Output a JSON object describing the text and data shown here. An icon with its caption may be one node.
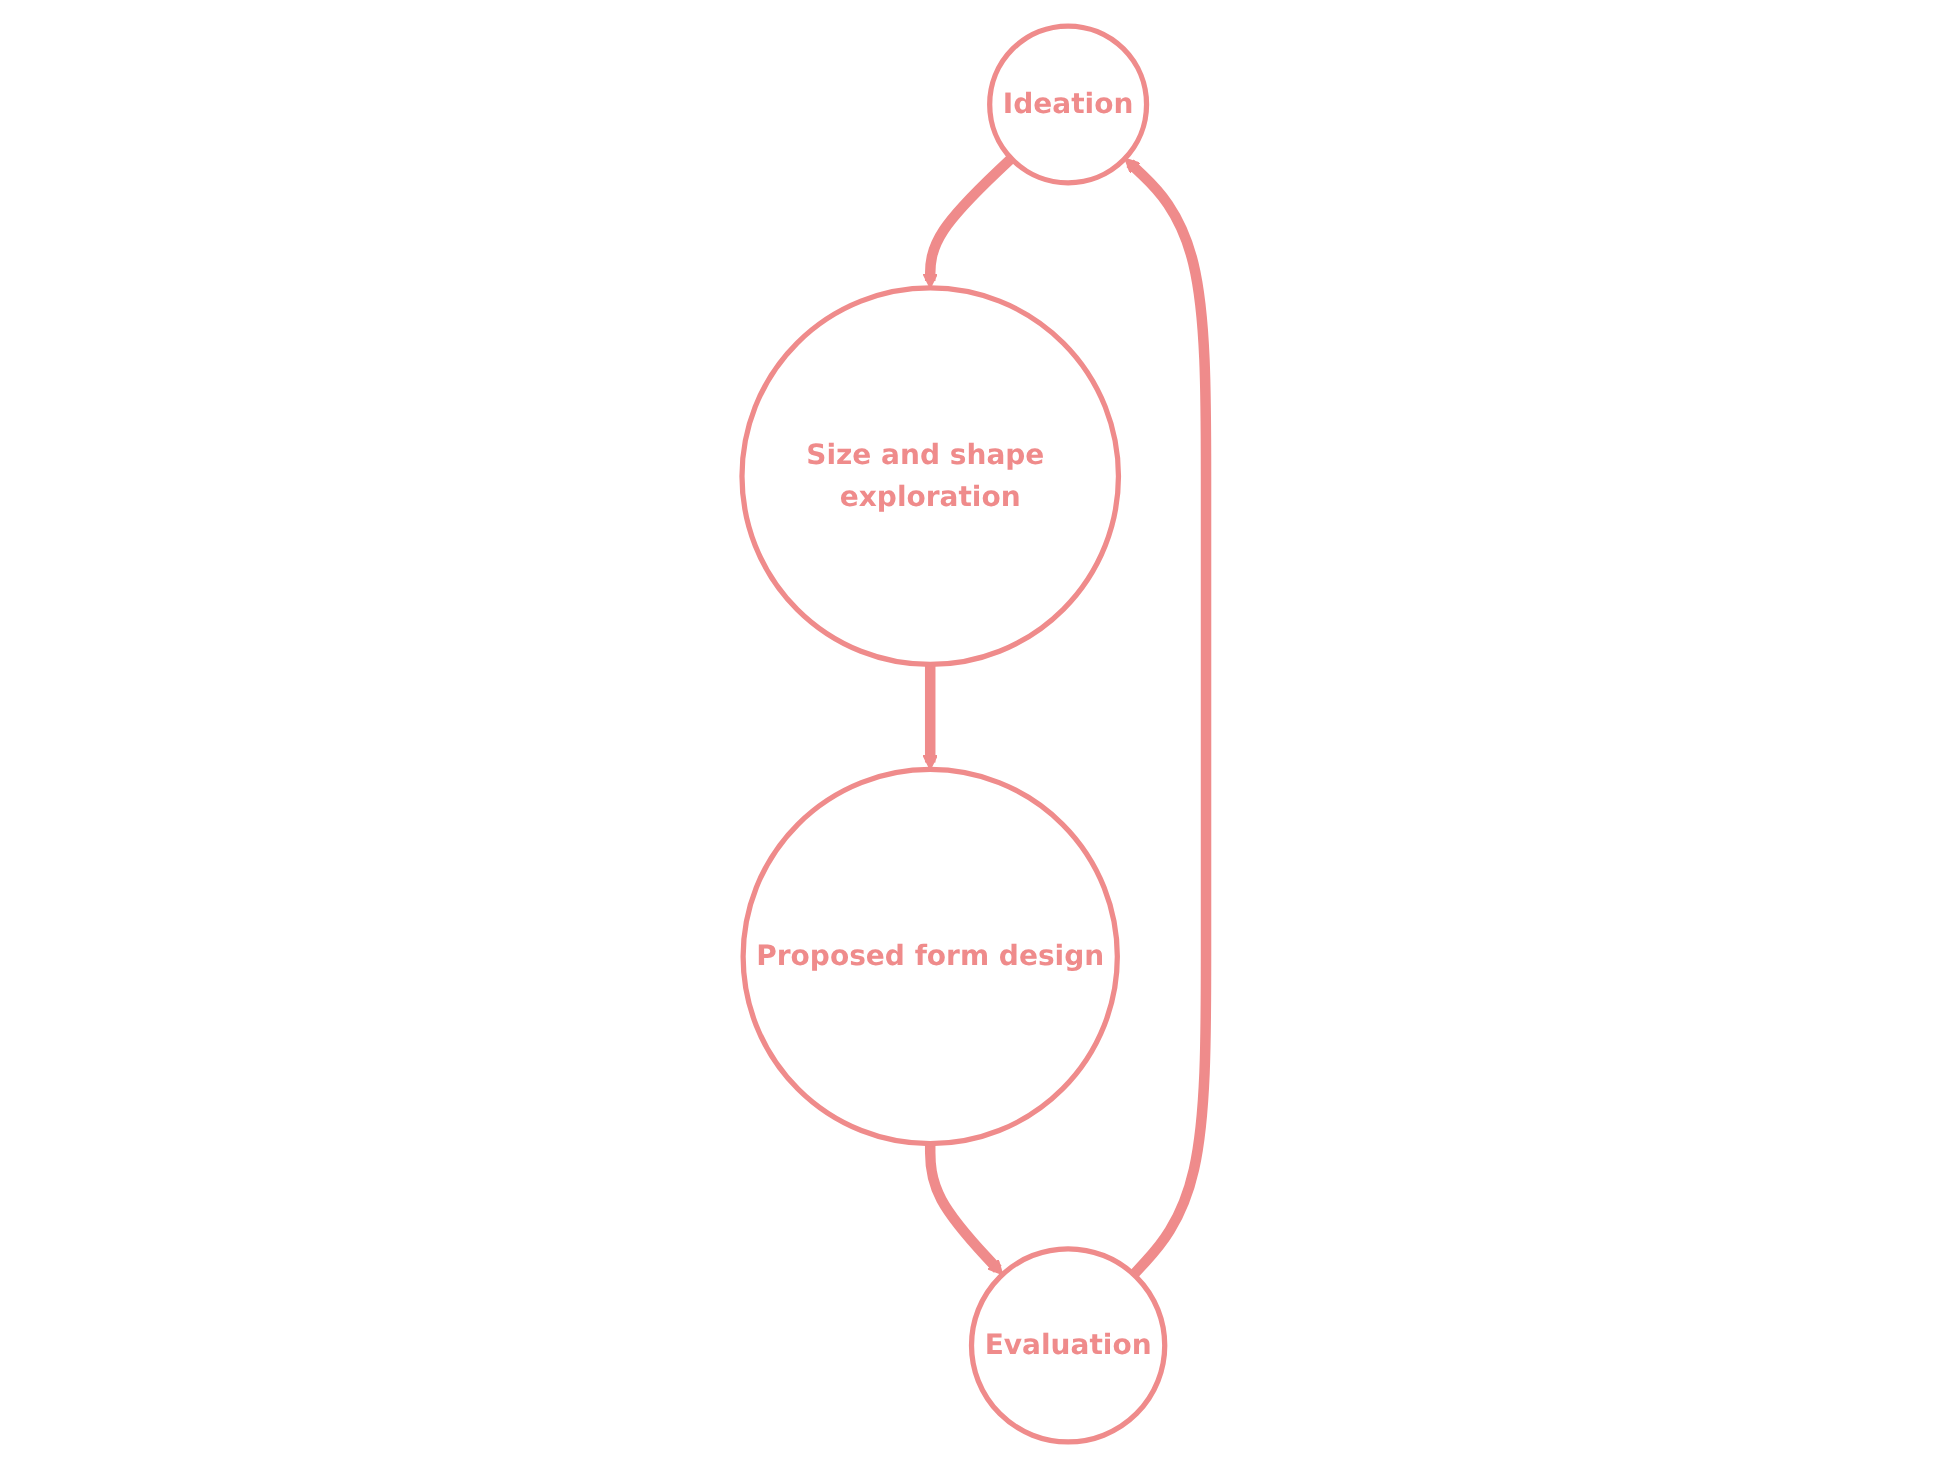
{
  "diagram": {
    "nodes": [
      {
        "text": [
          "Ideation"
        ]
      },
      {
        "text": [
          "Size and shape exploration"
        ]
      },
      {
        "text": [
          "Proposed form design"
        ]
      },
      {
        "text": [
          "Evaluation"
        ]
      }
    ],
    "edges": [
      {
        "from": 0,
        "to": 1,
        "arrow": "to"
      },
      {
        "from": 1,
        "to": 2,
        "arrow": "to"
      },
      {
        "from": 2,
        "to": 3,
        "arrow": "to"
      },
      {
        "from": 3,
        "to": 0,
        "arrow": "to"
      }
    ]
  }
}
